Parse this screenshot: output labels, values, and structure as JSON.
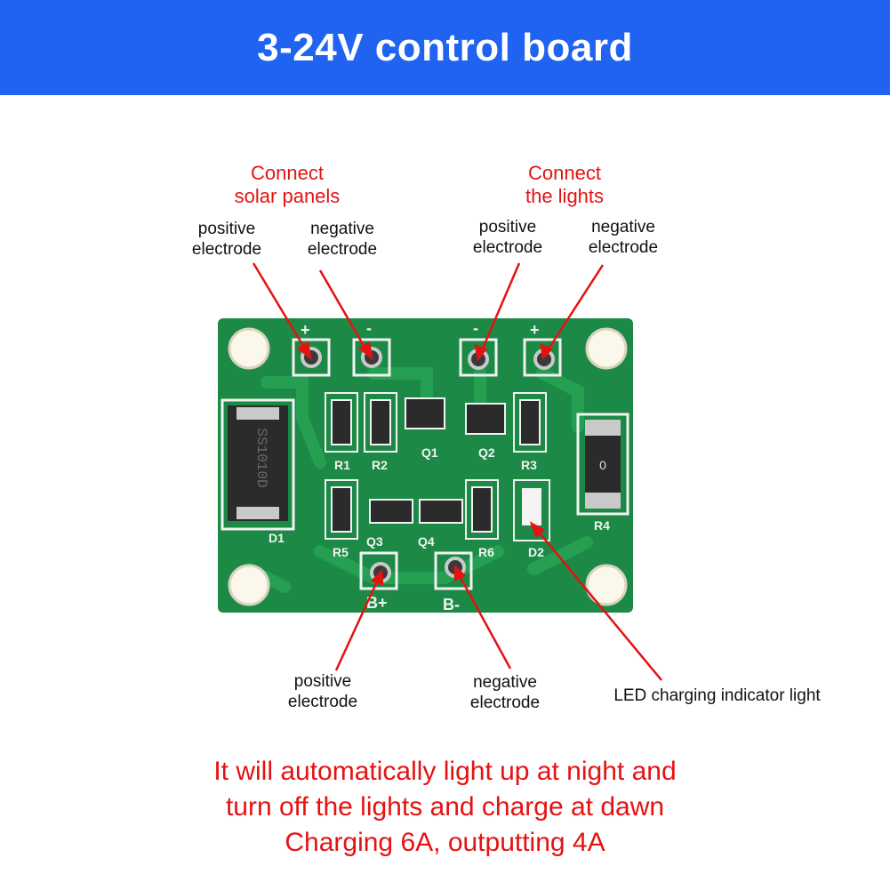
{
  "header": {
    "title": "3-24V control board"
  },
  "labels": {
    "solar_heading_line1": "Connect",
    "solar_heading_line2": "solar panels",
    "lights_heading_line1": "Connect",
    "lights_heading_line2": "the lights",
    "positive_line1": "positive",
    "negative_line1": "negative",
    "electrode": "electrode",
    "led_indicator": "LED charging indicator light"
  },
  "board": {
    "pad_labels": [
      "+",
      "-",
      "-",
      "+"
    ],
    "battery_labels": [
      "B+",
      "B-"
    ],
    "component_labels": [
      "R1",
      "R2",
      "Q1",
      "Q2",
      "R3",
      "R4",
      "D1",
      "R5",
      "Q3",
      "Q4",
      "R6",
      "D2"
    ],
    "diode_marking": "SS1010D",
    "resistor_marking": "0",
    "colors": {
      "pcb": "#1c8a46",
      "trace": "#25a052",
      "silk": "#f2f2f2",
      "pad": "#c9c9c9",
      "arrow": "#e51212",
      "banner": "#1f63f0"
    }
  },
  "footer": {
    "line1": "It will automatically light up at night and",
    "line2": "turn off the lights and charge at dawn",
    "line3": "Charging 6A, outputting 4A"
  }
}
